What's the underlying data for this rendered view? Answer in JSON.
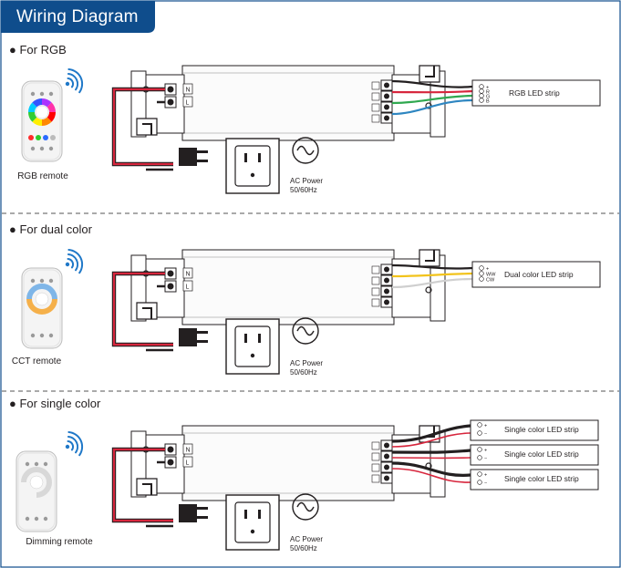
{
  "header": {
    "title": "Wiring Diagram",
    "color": "#0f4d8c"
  },
  "sections": [
    {
      "label": "For RGB",
      "remote_label": "RGB remote",
      "ac_power": [
        "AC Power",
        "50/60Hz"
      ],
      "strip_label": "RGB LED strip",
      "strip_pins": [
        "+",
        "R",
        "G",
        "B"
      ]
    },
    {
      "label": "For dual color",
      "remote_label": "CCT remote",
      "ac_power": [
        "AC Power",
        "50/60Hz"
      ],
      "strip_label": "Dual color LED strip",
      "strip_pins": [
        "+",
        "WW",
        "CW"
      ]
    },
    {
      "label": "For single color",
      "remote_label": "Dimming remote",
      "ac_power": [
        "AC Power",
        "50/60Hz"
      ],
      "strip_labels": [
        "Single color LED strip",
        "Single color LED strip",
        "Single color LED strip"
      ],
      "strip_pins": [
        "+",
        "−"
      ]
    }
  ],
  "terminal_marks": [
    "N",
    "L"
  ],
  "colors": {
    "accent": "#0f4d8c",
    "wire_red": "#d7263d",
    "wire_black": "#231f20",
    "wire_green": "#2fa84f",
    "wire_blue": "#2e86c1",
    "wire_yellow": "#f2c31b",
    "wire_white": "#cfcfcf",
    "wifi": "#1f78c8"
  }
}
